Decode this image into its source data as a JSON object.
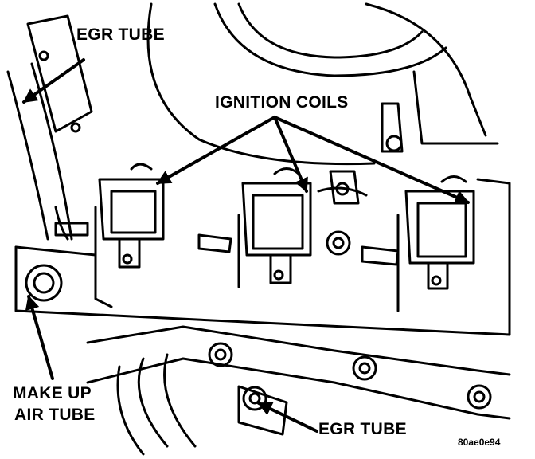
{
  "labels": {
    "egr_tube_top": "EGR TUBE",
    "ignition_coils": "IGNITION COILS",
    "make_up_line1": "MAKE UP",
    "make_up_line2": "AIR TUBE",
    "egr_tube_bottom": "EGR TUBE",
    "figure_ref": "80ae0e94"
  },
  "colors": {
    "ink": "#000000",
    "paper": "#ffffff"
  }
}
